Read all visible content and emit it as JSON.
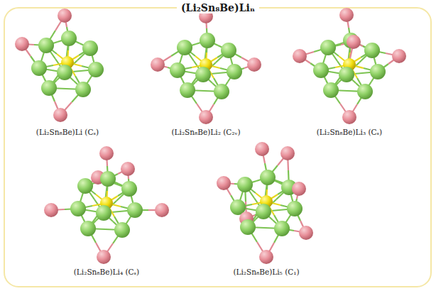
{
  "diagram": {
    "title": "(Li₂Sn₈Be)Liₙ",
    "labels": [
      "(Li₂Sn₈Be)Li (Cₛ)",
      "(Li₂Sn₈Be)Li₂ (C₂ᵥ)",
      "(Li₂Sn₈Be)Li₃ (Cₛ)",
      "(Li₂Sn₈Be)Li₄ (Cₛ)",
      "(Li₂Sn₈Be)Li₅ (C₁)"
    ]
  }
}
